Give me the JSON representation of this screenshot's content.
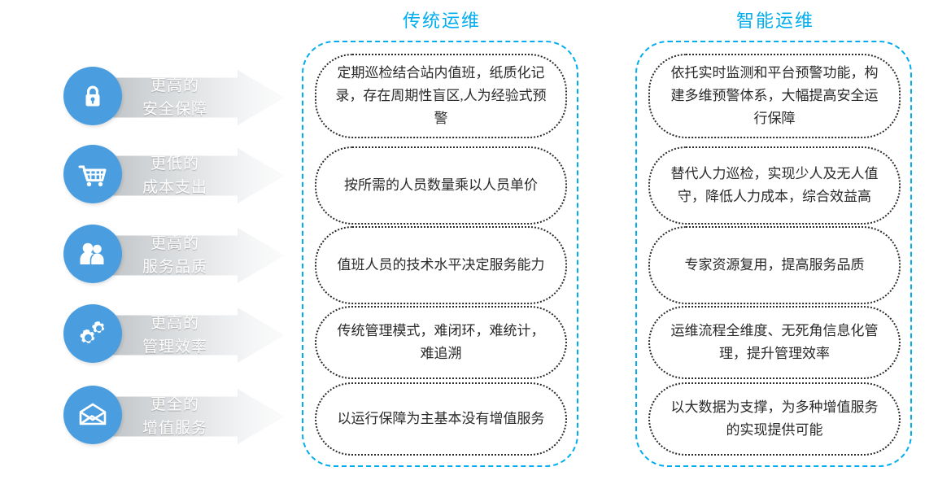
{
  "theme": {
    "accent_blue": "#00adef",
    "icon_blue": "#4a9ee0",
    "arrow_gray_start": "#b9bcbe",
    "arrow_gray_end": "#fbfbfb",
    "card_border": "#2b2b2b",
    "label_text": "#ffffff"
  },
  "benefits": [
    {
      "icon": "lock-icon",
      "line1": "更高的",
      "line2": "安全保障"
    },
    {
      "icon": "cart-icon",
      "line1": "更低的",
      "line2": "成本支出"
    },
    {
      "icon": "users-icon",
      "line1": "更高的",
      "line2": "服务品质"
    },
    {
      "icon": "gears-icon",
      "line1": "更高的",
      "line2": "管理效率"
    },
    {
      "icon": "envelope-icon",
      "line1": "更全的",
      "line2": "增值服务"
    }
  ],
  "columns": [
    {
      "title": "传统运维",
      "cards": [
        "定期巡检结合站内值班，纸质化记录，存在周期性盲区,人为经验式预警",
        "按所需的人员数量乘以人员单价",
        "值班人员的技术水平决定服务能力",
        "传统管理模式，难闭环，难统计，难追溯",
        "以运行保障为主基本没有增值服务"
      ]
    },
    {
      "title": "智能运维",
      "cards": [
        "依托实时监测和平台预警功能，构建多维预警体系，大幅提高安全运行保障",
        "替代人力巡检，实现少人及无人值守，降低人力成本，综合效益高",
        "专家资源复用，提高服务品质",
        "运维流程全维度、无死角信息化管理，提升管理效率",
        "以大数据为支撑，为多种增值服务的实现提供可能"
      ]
    }
  ]
}
